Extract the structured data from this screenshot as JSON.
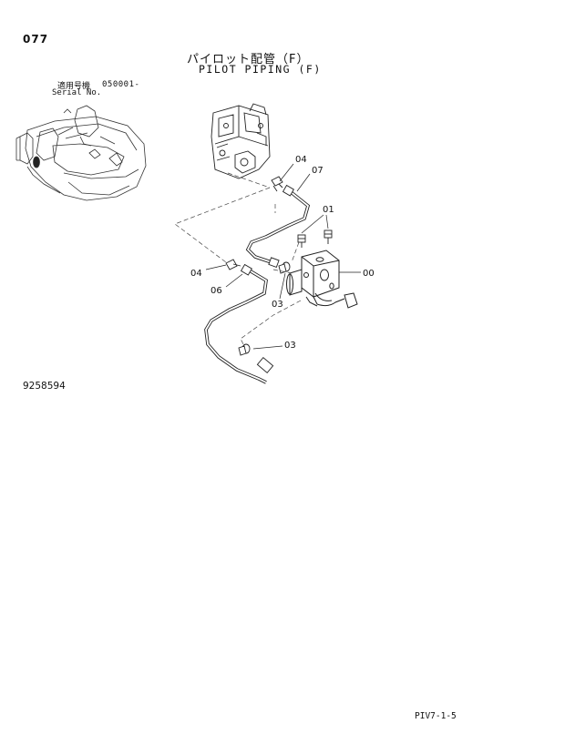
{
  "page_number": "077",
  "title_jp": "パイロット配管（F）",
  "title_en": "PILOT PIPING (F)",
  "serial": {
    "label_jp": "適用号機",
    "value": "050001-",
    "label_en": "Serial No."
  },
  "drawing_number": "9258594",
  "footer_code": "PIV7-1-5",
  "callouts": {
    "c04_top": "04",
    "c07": "07",
    "c01": "01",
    "c00": "00",
    "c04_left": "04",
    "c06": "06",
    "c03_mid": "03",
    "c03_bottom": "03"
  }
}
